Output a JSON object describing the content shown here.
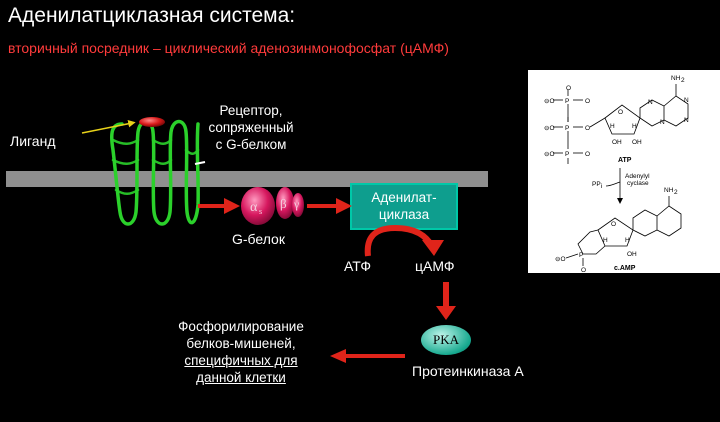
{
  "title": "Аденилатциклазная система:",
  "subtitle": "вторичный посредник – циклический аденозинмонофосфат (цАМФ)",
  "ligand_label": "Лиганд",
  "receptor_label": [
    "Рецептор,",
    "сопряженный",
    "с G-белком"
  ],
  "gprotein": {
    "label": "G-белок",
    "subunits": {
      "alpha": "α",
      "alpha_sub": "s",
      "beta": "β",
      "gamma": "γ"
    }
  },
  "adenylate_cyclase_label": [
    "Аденилат-",
    "циклаза"
  ],
  "atp_label": "АТФ",
  "camp_label": "цАМФ",
  "pka_node_text": "PKA",
  "pka_label": "Протеинкиназа А",
  "effect_label": [
    "Фосфорилирование",
    "белков-мишеней,",
    "специфичных для",
    "данной клетки"
  ],
  "structures": {
    "nh2": "NH",
    "nh2_sub": "2",
    "atp_caption": "ATP",
    "camp_caption": "c.AMP",
    "ppi": "PP",
    "ppi_sub": "i",
    "enzyme_note": [
      "Adenylyl",
      "cyclase"
    ],
    "oh": "OH",
    "h": "H",
    "p": "P",
    "o": "O",
    "minus_o": "⊖O",
    "n": "N"
  },
  "colors": {
    "receptor": "#2bd12b",
    "ligand": "#d81a1a",
    "arrow": "#e0241a",
    "gprotein": "#d6175e",
    "cyclase": "#0e9e8e",
    "membrane": "#8f8f8f",
    "ligand_pointer": "#e8d21a"
  }
}
